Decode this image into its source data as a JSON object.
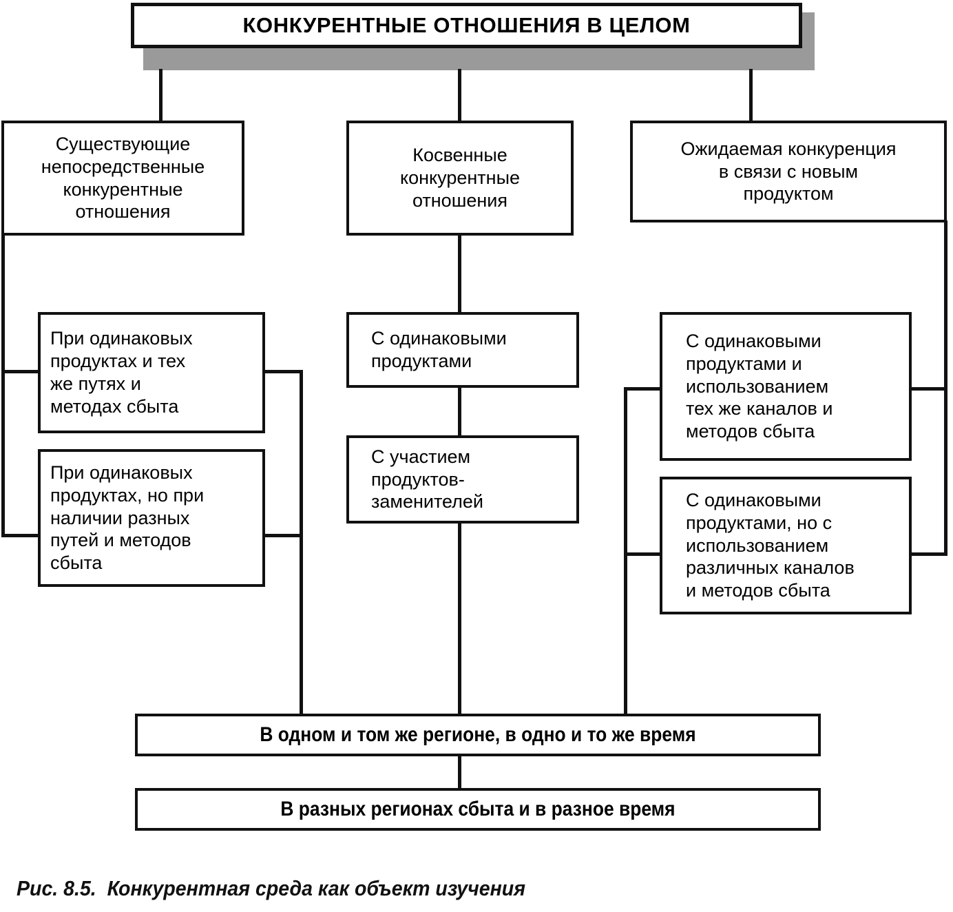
{
  "figure": {
    "caption": "Рис. 8.5.  Конкурентная среда как объект изучения",
    "colors": {
      "line": "#111111",
      "shadow": "#9a9a9a",
      "background": "#ffffff",
      "text": "#000000"
    }
  },
  "root": {
    "label": "КОНКУРЕНТНЫЕ ОТНОШЕНИЯ В ЦЕЛОМ"
  },
  "level2": [
    {
      "id": "existing-direct",
      "label": "Существующие\nнепосредственные\nконкурентные\nотношения"
    },
    {
      "id": "indirect",
      "label": "Косвенные\nконкурентные\nотношения"
    },
    {
      "id": "expected-new",
      "label": "Ожидаемая конкуренция\nв связи с новым\nпродуктом"
    }
  ],
  "level3": {
    "left": [
      {
        "id": "same-products-same-channels",
        "label": "При одинаковых\nпродуктах и тех\nже путях и\nметодах сбыта"
      },
      {
        "id": "same-products-diff-channels",
        "label": "При одинаковых\nпродуктах, но при\nналичии разных\nпутей и методов\nсбыта"
      }
    ],
    "middle": [
      {
        "id": "same-products",
        "label": "С одинаковыми\nпродуктами"
      },
      {
        "id": "substitute-products",
        "label": "С участием\nпродуктов-\nзаменителей"
      }
    ],
    "right": [
      {
        "id": "same-products-same-channels-new",
        "label": "С одинаковыми\nпродуктами  и\nиспользованием\nтех же каналов и\nметодов сбыта"
      },
      {
        "id": "same-products-diff-channels-new",
        "label": "С одинаковыми\nпродуктами, но с\nиспользованием\nразличных каналов\nи методов сбыта"
      }
    ]
  },
  "bottom": [
    {
      "id": "same-region-same-time",
      "label": "В одном и том же регионе, в одно и то же время"
    },
    {
      "id": "diff-region-diff-time",
      "label": "В разных регионах сбыта и в разное время"
    }
  ]
}
